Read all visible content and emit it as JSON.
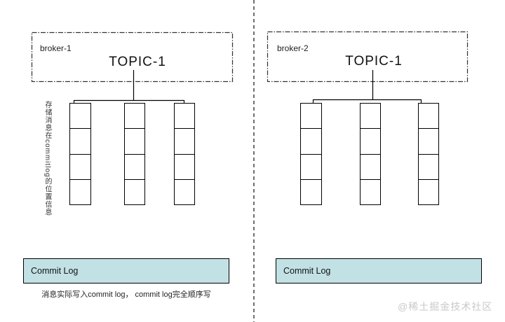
{
  "colors": {
    "commit_log_fill": "#c2e1e5",
    "line": "#000000",
    "watermark": "#c9c9c9"
  },
  "watermark": {
    "text": "@稀土掘金技术社区"
  },
  "brokers": [
    {
      "id": "broker-1",
      "label": "broker-1",
      "topic": "TOPIC-1",
      "queue_count": 3,
      "cells_per_queue": 4,
      "commit_log_label": "Commit Log",
      "side_note": "存储消息在commitlog的位置信息",
      "caption": "消息实际写入commit log， commit log完全顺序写"
    },
    {
      "id": "broker-2",
      "label": "broker-2",
      "topic": "TOPIC-1",
      "queue_count": 3,
      "cells_per_queue": 4,
      "commit_log_label": "Commit Log"
    }
  ]
}
